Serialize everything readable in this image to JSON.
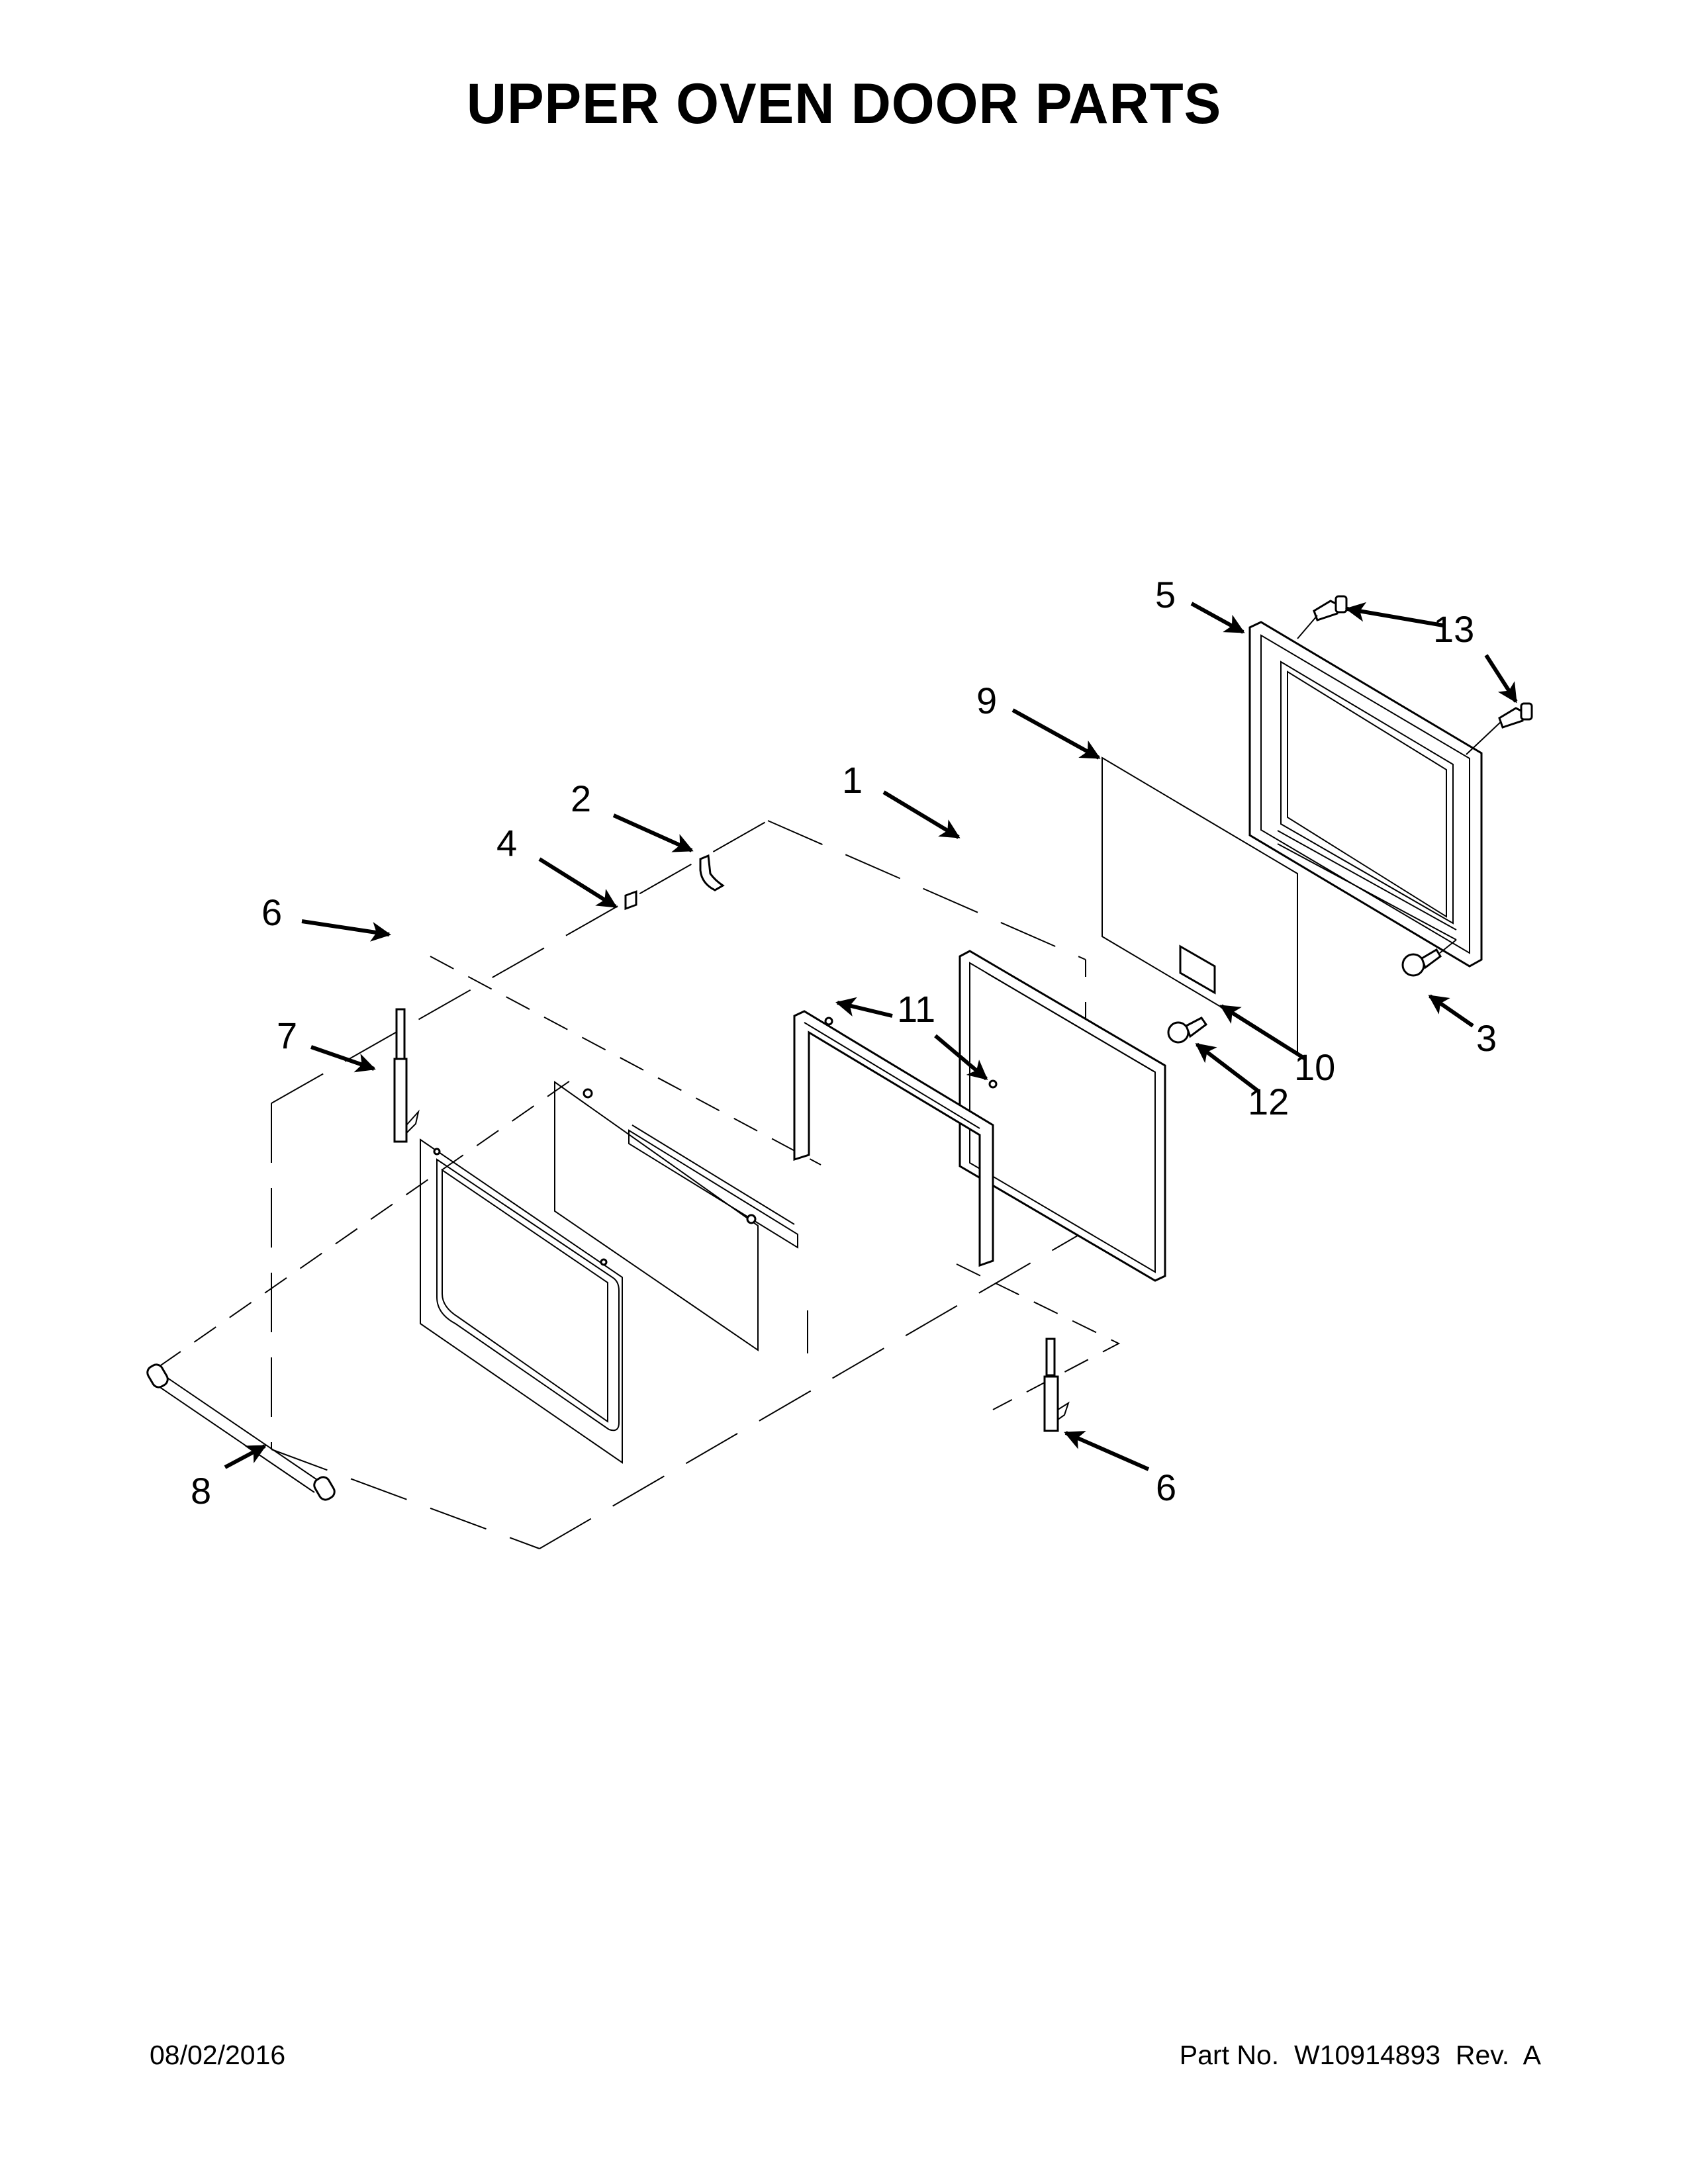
{
  "page": {
    "title": "UPPER OVEN DOOR PARTS",
    "footer": {
      "date": "08/02/2016",
      "part_number_text": "Part No.  W10914893  Rev.  A"
    }
  },
  "callouts": {
    "c1": "1",
    "c2": "2",
    "c3": "3",
    "c4": "4",
    "c5": "5",
    "c6a": "6",
    "c6b": "6",
    "c7": "7",
    "c8": "8",
    "c9": "9",
    "c10": "10",
    "c11": "11",
    "c12": "12",
    "c13": "13"
  },
  "colors": {
    "ink": "#000000",
    "paper": "#ffffff"
  }
}
